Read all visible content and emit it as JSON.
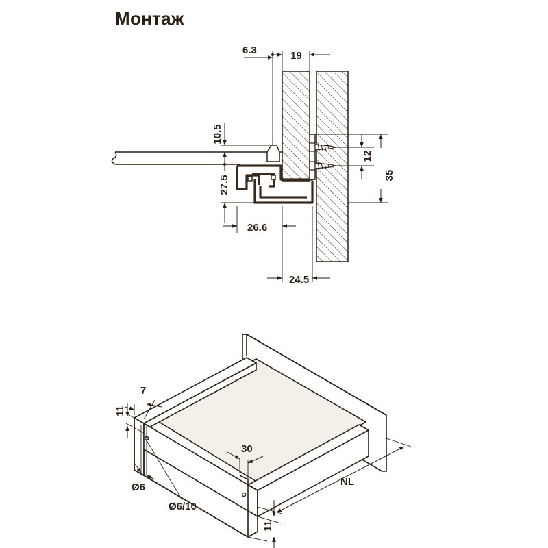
{
  "title": "Монтаж",
  "colors": {
    "ink": "#2a1f14",
    "rail": "#3a2a1c",
    "panel_fill": "#f3f0ea",
    "hatch": "#2a1f14"
  },
  "section_view": {
    "dims": {
      "d6_3": "6.3",
      "d19": "19",
      "d10_5": "10.5",
      "d12": "12",
      "d35": "35",
      "d27_5": "27.5",
      "d26_6": "26.6",
      "d24_5": "24.5"
    }
  },
  "iso_view": {
    "dims": {
      "d7": "7",
      "d11_top": "11",
      "d30": "30",
      "nl": "NL",
      "d6": "Ø6",
      "d6_10": "Ø6/10",
      "d11_bottom": "11"
    }
  }
}
